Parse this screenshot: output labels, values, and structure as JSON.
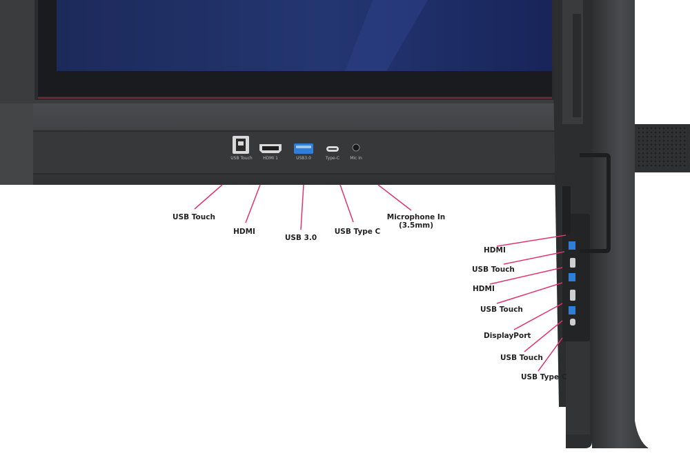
{
  "front_panel": {
    "port_labels": [
      "USB Touch",
      "HDMI 1",
      "USB3.0",
      "Type-C",
      "Mic  In"
    ],
    "callouts": [
      "USB Touch",
      "HDMI",
      "USB 3.0",
      "USB Type C",
      "Microphone In",
      "(3.5mm)"
    ]
  },
  "side_panel": {
    "callouts": [
      "HDMI",
      "USB Touch",
      "HDMI",
      "USB Touch",
      "DisplayPort",
      "USB Touch",
      "USB Type C"
    ]
  },
  "colors": {
    "callout_line": "#e0336e",
    "bezel": "#3a3b3d",
    "screen": "#1d2b5c",
    "usb3_blue": "#2f7fd8"
  }
}
